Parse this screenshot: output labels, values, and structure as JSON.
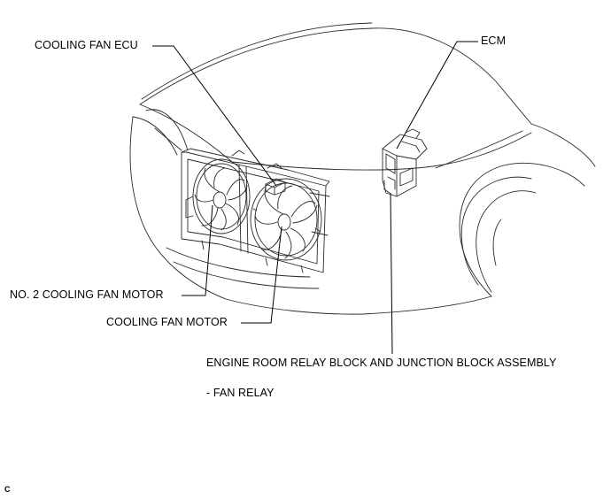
{
  "labels": {
    "cooling_fan_ecu": "COOLING FAN ECU",
    "ecm": "ECM",
    "no2_cooling_fan_motor": "NO. 2 COOLING FAN MOTOR",
    "cooling_fan_motor": "COOLING FAN MOTOR",
    "relay_block": "ENGINE ROOM RELAY BLOCK AND JUNCTION BLOCK ASSEMBLY",
    "fan_relay": "- FAN RELAY"
  },
  "figure_code": "C"
}
